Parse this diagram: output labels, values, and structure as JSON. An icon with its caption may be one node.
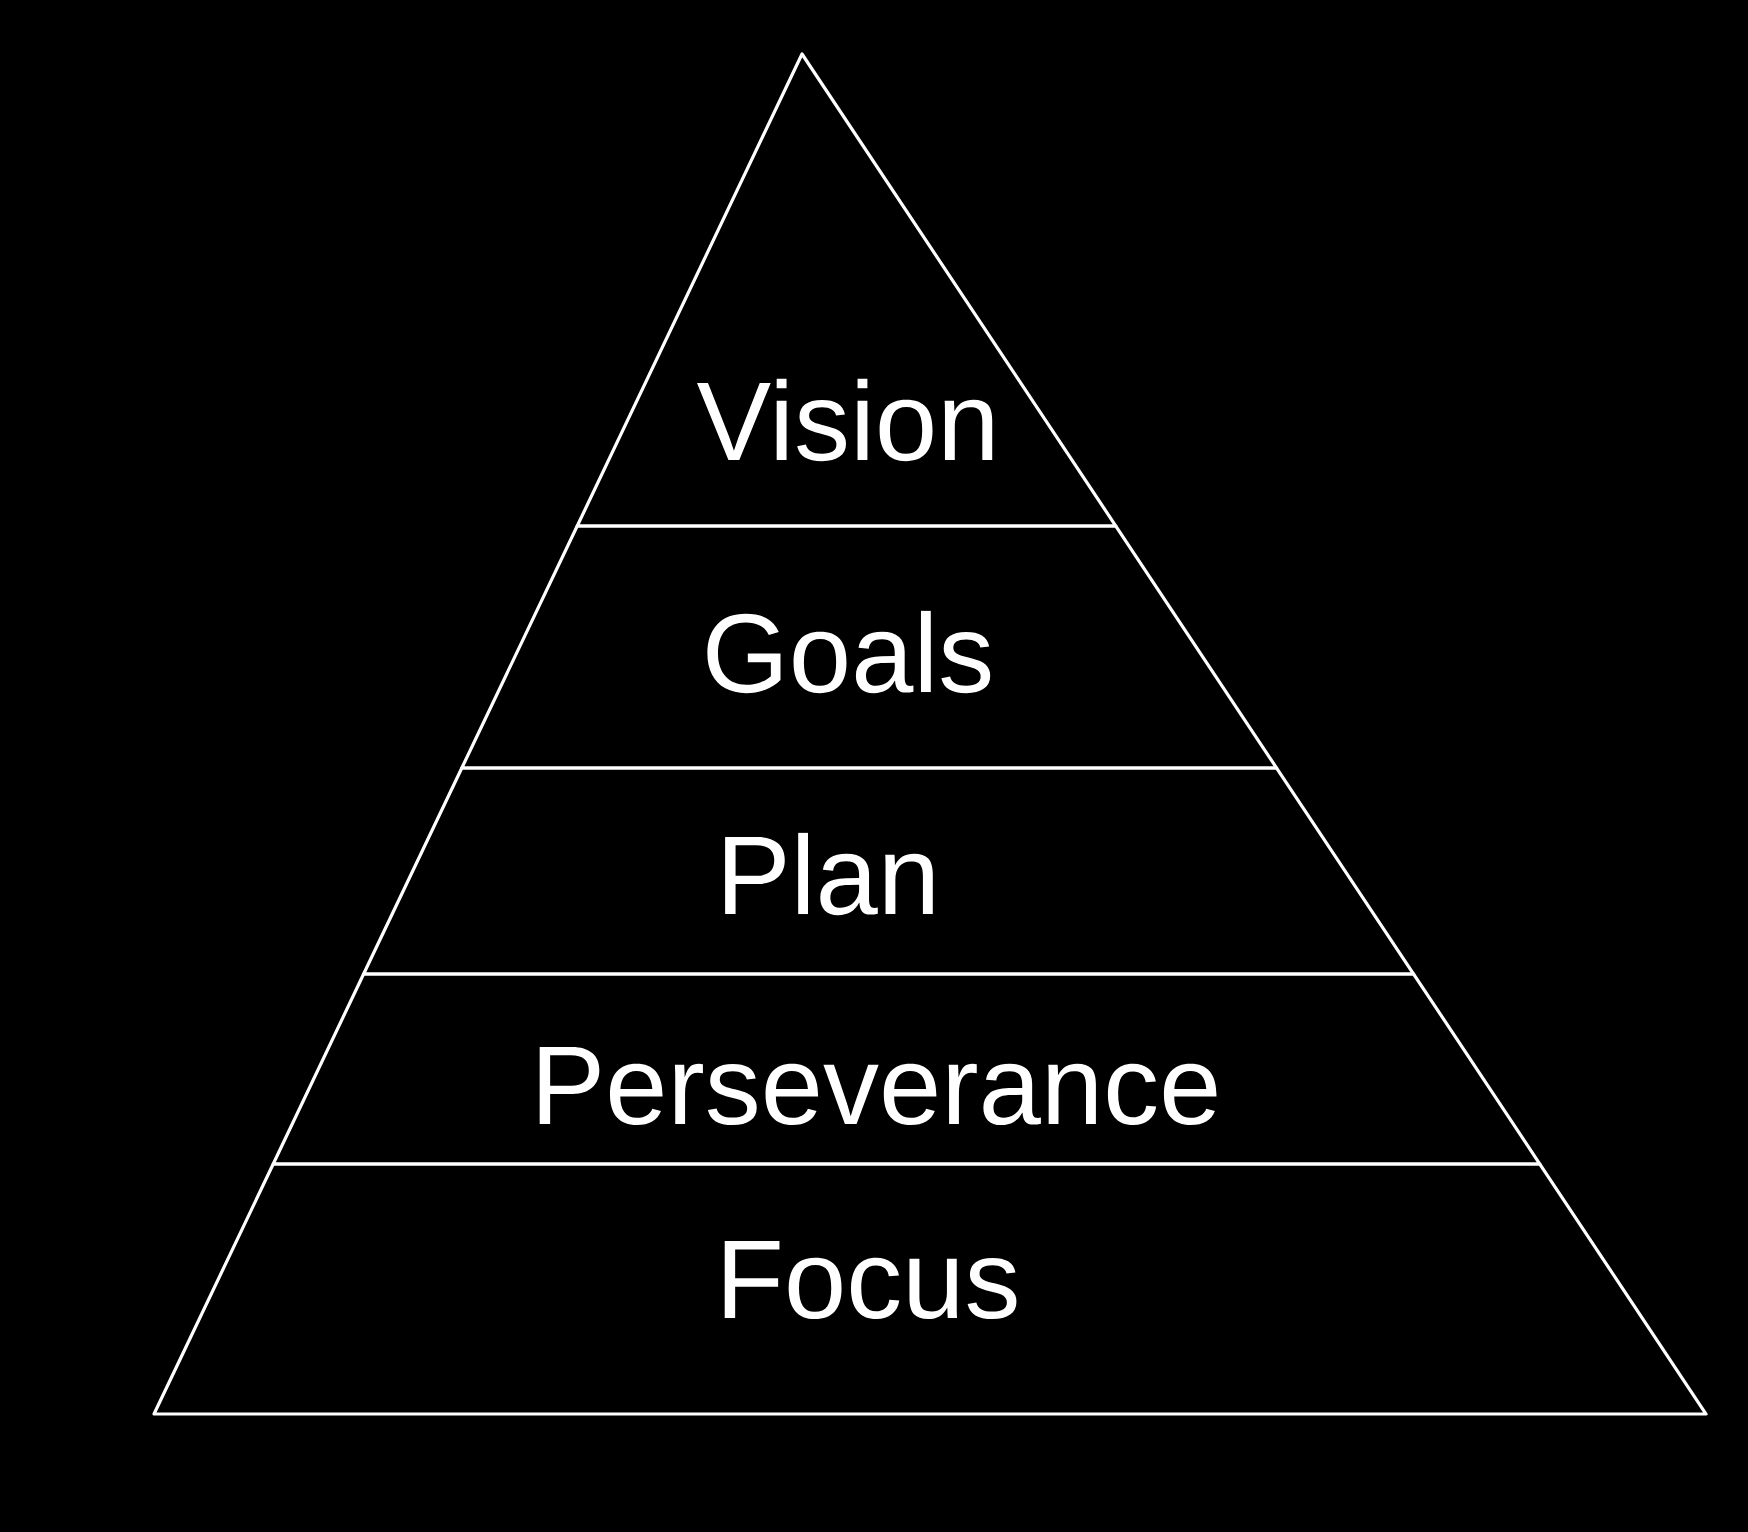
{
  "diagram": {
    "nodes": [
      {
        "text": [
          "Vision"
        ]
      },
      {
        "text": [
          "Goals"
        ]
      },
      {
        "text": [
          "Plan"
        ]
      },
      {
        "text": [
          "Perseverance"
        ]
      },
      {
        "text": [
          "Focus"
        ]
      }
    ]
  }
}
